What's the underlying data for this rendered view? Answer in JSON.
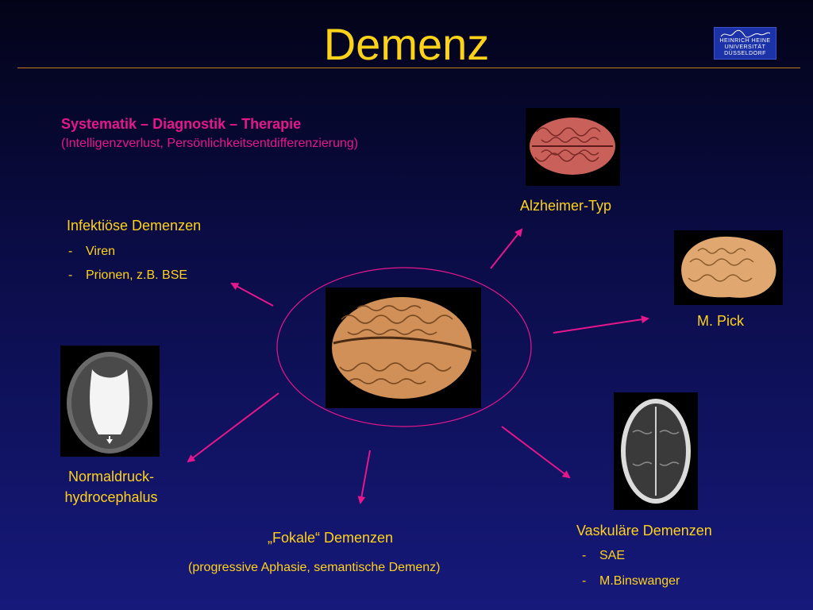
{
  "slide": {
    "title": "Demenz",
    "logo_lines": [
      "HEINRICH HEINE",
      "UNIVERSITÄT",
      "DÜSSELDORF"
    ]
  },
  "intro": {
    "heading": "Systematik – Diagnostik – Therapie",
    "subheading": "(Intelligenzverlust, Persönlichkeitsentdifferenzierung)"
  },
  "categories": {
    "infektioes": {
      "label": "Infektiöse Demenzen",
      "items": [
        "Viren",
        "Prionen, z.B. BSE"
      ]
    },
    "alzheimer": {
      "label": "Alzheimer-Typ"
    },
    "pick": {
      "label": "M. Pick"
    },
    "hydrocephalus": {
      "label_line1": "Normaldruck-",
      "label_line2": "hydrocephalus"
    },
    "fokal": {
      "label": "„Fokale“ Demenzen",
      "sub": "(progressive Aphasie, semantische Demenz)"
    },
    "vaskulaer": {
      "label": "Vaskuläre Demenzen",
      "items": [
        "SAE",
        "M.Binswanger"
      ]
    }
  },
  "bullet_dash": "-",
  "colors": {
    "title": "#ffd21a",
    "accent": "#e6178c",
    "background": "#0b0d4a"
  }
}
